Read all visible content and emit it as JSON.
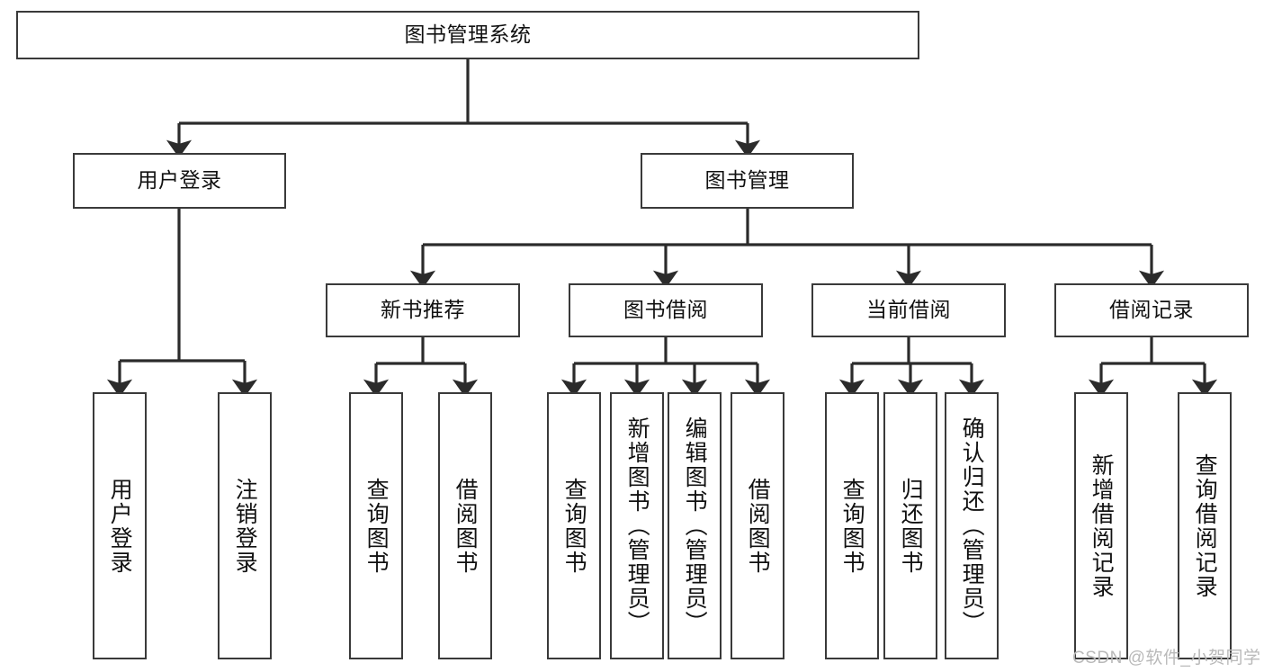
{
  "diagram": {
    "title": "图书管理系统",
    "theme": {
      "background": "#ffffff",
      "box_border": "#3a3a3a",
      "box_fill": "#ffffff",
      "line": "#2b2b2b",
      "text": "#111111",
      "watermark": "#b9b9b9"
    },
    "root": {
      "label": "图书管理系统"
    },
    "level2": [
      {
        "label": "用户登录"
      },
      {
        "label": "图书管理"
      }
    ],
    "level3": [
      {
        "label": "新书推荐"
      },
      {
        "label": "图书借阅"
      },
      {
        "label": "当前借阅"
      },
      {
        "label": "借阅记录"
      }
    ],
    "leaves": {
      "user_login": [
        {
          "label": "用户登录"
        },
        {
          "label": "注销登录"
        }
      ],
      "new_book": [
        {
          "label": "查询图书"
        },
        {
          "label": "借阅图书"
        }
      ],
      "book_borrow": [
        {
          "label": "查询图书"
        },
        {
          "label": "新增图书（管理员）"
        },
        {
          "label": "编辑图书（管理员）"
        },
        {
          "label": "借阅图书"
        }
      ],
      "current_borrow": [
        {
          "label": "查询图书"
        },
        {
          "label": "归还图书"
        },
        {
          "label": "确认归还（管理员）"
        }
      ],
      "borrow_record": [
        {
          "label": "新增借阅记录"
        },
        {
          "label": "查询借阅记录"
        }
      ]
    },
    "watermark": "CSDN @软件_小贺同学"
  }
}
